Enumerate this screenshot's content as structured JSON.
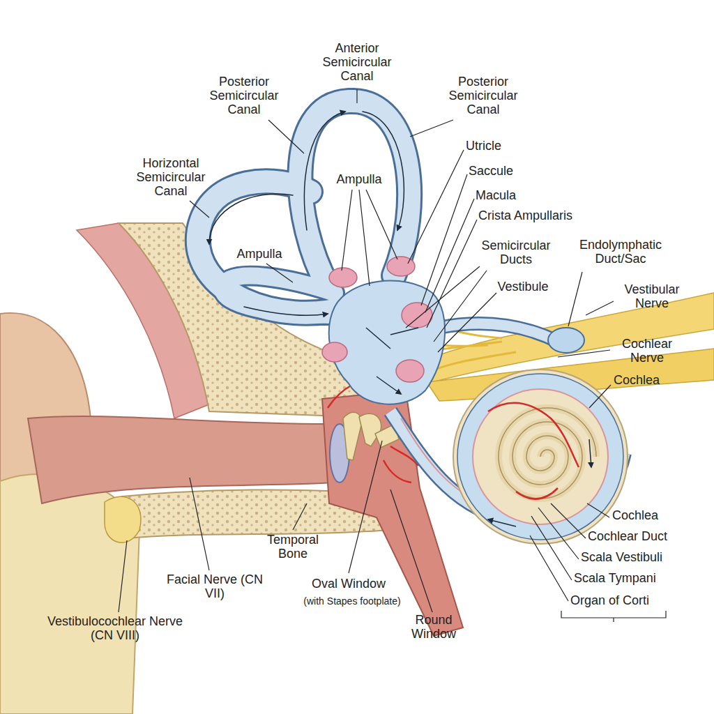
{
  "diagram": {
    "labels": [
      "Anterior Semicircular Canal",
      "Posterior Semicircular Canal",
      "Posterior Semicircular Canal",
      "Horizontal Semicircular Canal",
      "Ampulla",
      "Utricle",
      "Saccule",
      "Macula",
      "Crista Ampullaris",
      "Ampulla",
      "Semicircular Ducts",
      "Endolymphatic Duct/Sac",
      "Vestibule",
      "Vestibular Nerve",
      "Cochlear Nerve",
      "Cochlea",
      "Cochlea",
      "Cochlear Duct",
      "Scala Vestibuli",
      "Scala Tympani",
      "Organ of Corti",
      "Temporal Bone",
      "Facial Nerve (CN VII)",
      "Oval Window",
      "(with Stapes footplate)",
      "Round Window",
      "Vestibulocochlear Nerve (CN VIII)"
    ]
  }
}
